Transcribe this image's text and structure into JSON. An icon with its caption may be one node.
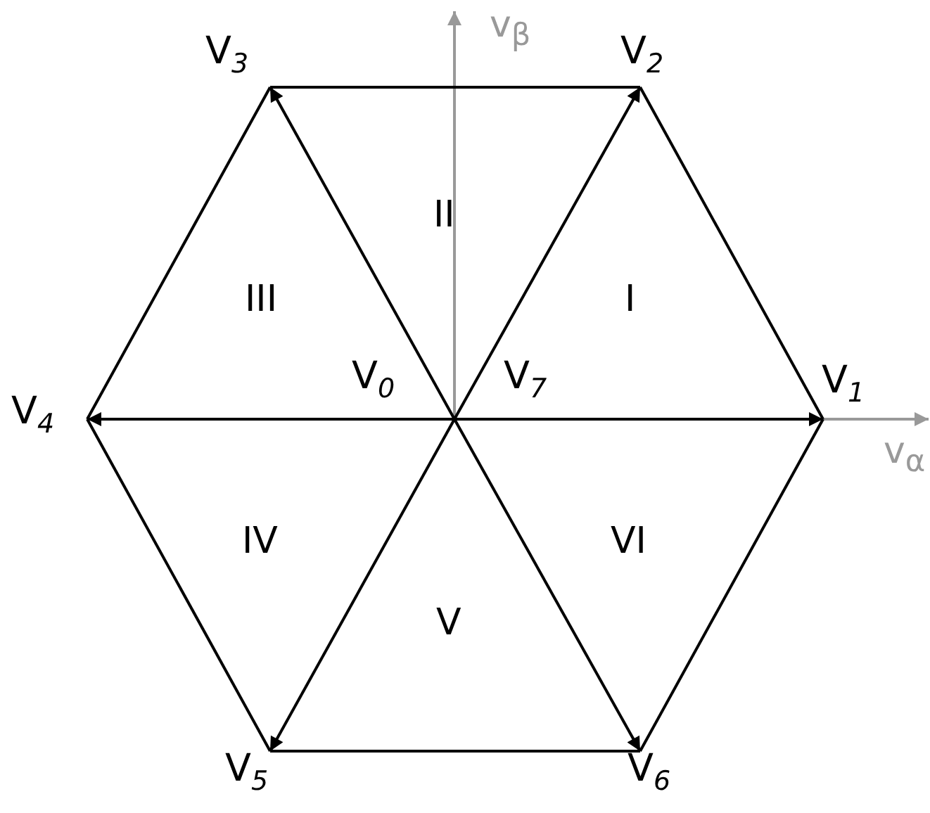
{
  "diagram": {
    "nodes": [
      {
        "text": [
          "V$_{0}$",
          "V$_{7}$"
        ]
      },
      {
        "text": [
          "V$_{1}$"
        ]
      },
      {
        "text": [
          "V$_{2}$"
        ]
      },
      {
        "text": [
          "V$_{3}$"
        ]
      },
      {
        "text": [
          "V$_{4}$"
        ]
      },
      {
        "text": [
          "V$_{5}$"
        ]
      },
      {
        "text": [
          "V$_{6}$"
        ]
      }
    ],
    "edges": [
      {
        "from": 0,
        "to": 1,
        "arrow": "to"
      },
      {
        "from": 0,
        "to": 2,
        "arrow": "to"
      },
      {
        "from": 0,
        "to": 3,
        "arrow": "to"
      },
      {
        "from": 0,
        "to": 4,
        "arrow": "to"
      },
      {
        "from": 0,
        "to": 5,
        "arrow": "to"
      },
      {
        "from": 0,
        "to": 6,
        "arrow": "to"
      },
      {
        "from": 1,
        "to": 2,
        "arrow": "none"
      },
      {
        "from": 2,
        "to": 3,
        "arrow": "none"
      },
      {
        "from": 3,
        "to": 4,
        "arrow": "none"
      },
      {
        "from": 4,
        "to": 5,
        "arrow": "none"
      },
      {
        "from": 5,
        "to": 6,
        "arrow": "none"
      },
      {
        "from": 6,
        "to": 1,
        "arrow": "none"
      }
    ],
    "labels": [
      "v$_{β}$",
      "II",
      "III",
      "I",
      "v$_{α}$",
      "IV",
      "VI",
      "V"
    ]
  }
}
